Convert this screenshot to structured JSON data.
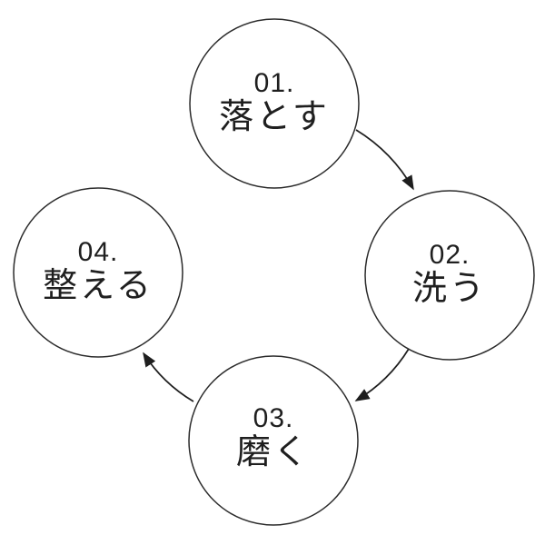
{
  "diagram": {
    "kind": "cycle-process",
    "steps": [
      {
        "number": "01.",
        "label": "落とす"
      },
      {
        "number": "02.",
        "label": "洗う"
      },
      {
        "number": "03.",
        "label": "磨く"
      },
      {
        "number": "04.",
        "label": "整える"
      }
    ],
    "arrows": [
      {
        "from": "01",
        "to": "02"
      },
      {
        "from": "02",
        "to": "03"
      },
      {
        "from": "03",
        "to": "04"
      }
    ],
    "colors": {
      "background": "#ffffff",
      "circle_stroke": "#2b2b2b",
      "arrow": "#1e1e1e",
      "text": "#1f1f1f"
    }
  }
}
